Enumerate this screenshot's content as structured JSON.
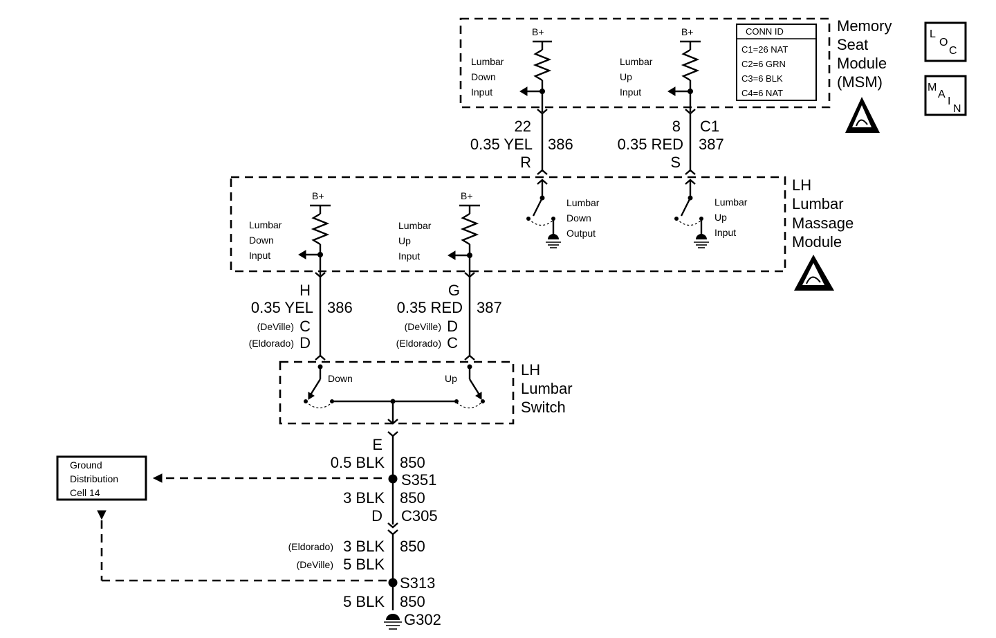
{
  "msm": {
    "title_lines": [
      "Memory",
      "Seat",
      "Module",
      "(MSM)"
    ],
    "bplus": "B+",
    "left_input": [
      "Lumbar",
      "Down",
      "Input"
    ],
    "right_input": [
      "Lumbar",
      "Up",
      "Input"
    ],
    "conn_id": {
      "header": "CONN ID",
      "rows": [
        "C1=26 NAT",
        "C2=6 GRN",
        "C3=6 BLK",
        "C4=6 NAT"
      ]
    }
  },
  "nav_icons": {
    "loc": [
      "L",
      "O",
      "C"
    ],
    "main": [
      "M",
      "A",
      "I",
      "N"
    ]
  },
  "wire_upper_left": {
    "pin": "22",
    "wire": "0.35 YEL",
    "conn": "R",
    "circuit": "386"
  },
  "wire_upper_right": {
    "pin": "8",
    "wire": "0.35 RED",
    "conn": "S",
    "circuit": "387",
    "conn_id": "C1"
  },
  "massage": {
    "title_lines": [
      "LH",
      "Lumbar",
      "Massage",
      "Module"
    ],
    "bplus": "B+",
    "down_input": [
      "Lumbar",
      "Down",
      "Input"
    ],
    "up_input": [
      "Lumbar",
      "Up",
      "Input"
    ],
    "down_output": [
      "Lumbar",
      "Down",
      "Output"
    ],
    "up_input_right": [
      "Lumbar",
      "Up",
      "Input"
    ]
  },
  "wire_mid_left": {
    "conn": "H",
    "wire": "0.35 YEL",
    "circuit": "386",
    "deville_label": "(DeVille)",
    "deville_pin": "C",
    "eldorado_label": "(Eldorado)",
    "eldorado_pin": "D"
  },
  "wire_mid_right": {
    "conn": "G",
    "wire": "0.35 RED",
    "circuit": "387",
    "deville_label": "(DeVille)",
    "deville_pin": "D",
    "eldorado_label": "(Eldorado)",
    "eldorado_pin": "C"
  },
  "switch": {
    "title_lines": [
      "LH",
      "Lumbar",
      "Switch"
    ],
    "down": "Down",
    "up": "Up"
  },
  "ground_path": {
    "conn_e": "E",
    "wire1": "0.5 BLK",
    "circuit1": "850",
    "splice1": "S351",
    "wire2": "3 BLK",
    "circuit2": "850",
    "conn_d": "D",
    "conn_c305": "C305",
    "eldorado_label": "(Eldorado)",
    "eldorado_wire": "3 BLK",
    "circuit3": "850",
    "deville_label": "(DeVille)",
    "deville_wire": "5 BLK",
    "splice2": "S313",
    "wire4": "5 BLK",
    "circuit4": "850",
    "ground": "G302"
  },
  "ground_distribution": [
    "Ground",
    "Distribution",
    "Cell 14"
  ]
}
